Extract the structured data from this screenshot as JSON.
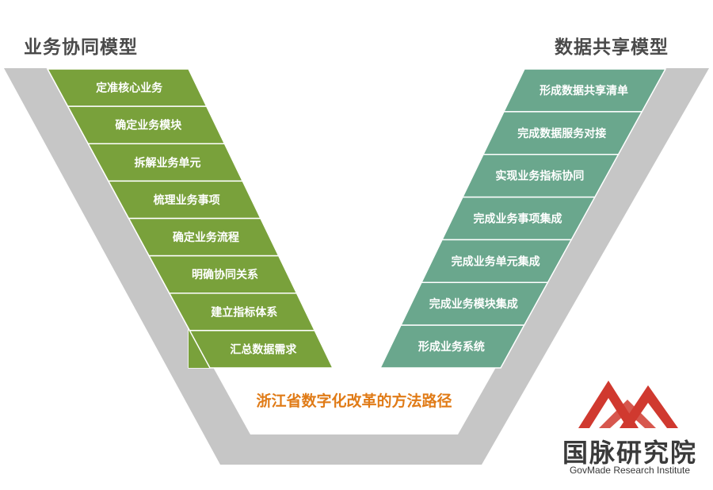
{
  "left_model": {
    "title": "业务协同模型",
    "steps": [
      "定准核心业务",
      "确定业务模块",
      "拆解业务单元",
      "梳理业务事项",
      "确定业务流程",
      "明确协同关系",
      "建立指标体系",
      "汇总数据需求"
    ]
  },
  "right_model": {
    "title": "数据共享模型",
    "steps": [
      "形成数据共享清单",
      "完成数据服务对接",
      "实现业务指标协同",
      "完成业务事项集成",
      "完成业务单元集成",
      "完成业务模块集成",
      "形成业务系统"
    ]
  },
  "center_label": "浙江省数字化改革的方法路径",
  "logo": {
    "name": "国脉研究院",
    "subtitle": "GovMade Research Institute"
  },
  "colors": {
    "left_band": "#79a13b",
    "right_band": "#6aa78d",
    "frame": "#c6c6c6",
    "center_text": "#e07b17",
    "logo_red": "#d0392f"
  }
}
